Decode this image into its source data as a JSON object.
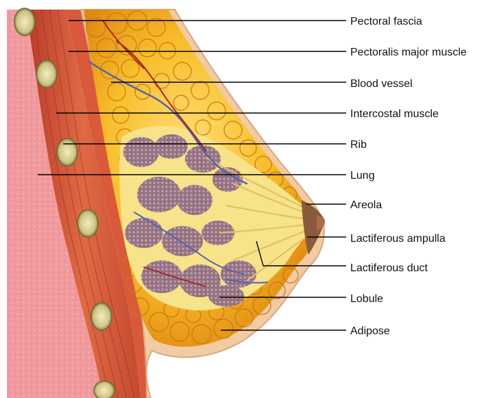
{
  "diagram": {
    "labels": [
      {
        "key": "pectoral_fascia",
        "text": "Pectoral fascia"
      },
      {
        "key": "pectoralis_major",
        "text": "Pectoralis major muscle"
      },
      {
        "key": "blood_vessel",
        "text": "Blood vessel"
      },
      {
        "key": "intercostal_muscle",
        "text": "Intercostal muscle"
      },
      {
        "key": "rib",
        "text": "Rib"
      },
      {
        "key": "lung",
        "text": "Lung"
      },
      {
        "key": "areola",
        "text": "Areola"
      },
      {
        "key": "lactiferous_ampulla",
        "text": "Lactiferous ampulla"
      },
      {
        "key": "lactiferous_duct",
        "text": "Lactiferous duct"
      },
      {
        "key": "lobule",
        "text": "Lobule"
      },
      {
        "key": "adipose",
        "text": "Adipose"
      }
    ],
    "colors": {
      "lung": "#f19a9e",
      "muscle": "#c9472f",
      "fat": "#f5b21f",
      "gland": "#8d6a7a",
      "skin": "#f1cba2",
      "vessel_vein": "#5563a8",
      "vessel_artery": "#a8231c",
      "rib": "#d9cf9a",
      "leader_line": "#000000"
    }
  }
}
